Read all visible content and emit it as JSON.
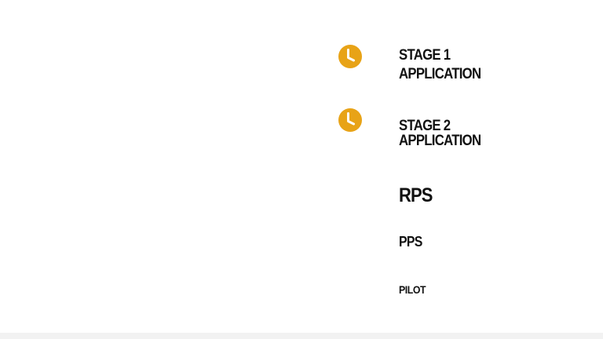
{
  "colors": {
    "accent": "#E8A317",
    "text": "#111111",
    "background": "#FFFFFF"
  },
  "items": [
    {
      "icon": "clock-icon",
      "line1": "STAGE 1",
      "line2": "APPLICATION"
    },
    {
      "icon": "clock-icon",
      "line1": "STAGE 2",
      "line2": "APPLICATION"
    },
    {
      "label": "RPS"
    },
    {
      "label": "PPS"
    },
    {
      "label": "PILOT"
    }
  ]
}
